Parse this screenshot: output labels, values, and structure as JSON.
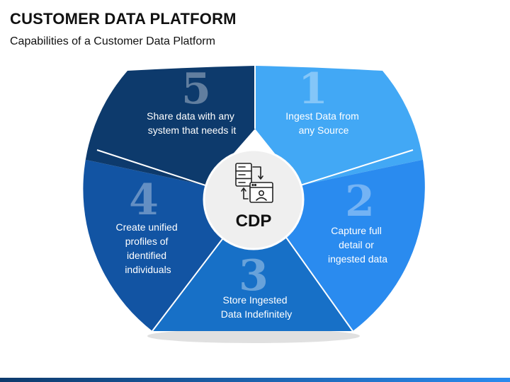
{
  "header": {
    "title": "CUSTOMER DATA PLATFORM",
    "subtitle": "Capabilities of a Customer Data Platform"
  },
  "center": {
    "label": "CDP",
    "icon": "server-to-user-profile-icon"
  },
  "segments": [
    {
      "number": "1",
      "lines": [
        "Ingest Data from",
        "any Source"
      ],
      "color": "#42A8F5"
    },
    {
      "number": "2",
      "lines": [
        "Capture full",
        "detail or",
        "ingested data"
      ],
      "color": "#2A8BEF"
    },
    {
      "number": "3",
      "lines": [
        "Store Ingested",
        "Data Indefinitely"
      ],
      "color": "#1770C7"
    },
    {
      "number": "4",
      "lines": [
        "Create unified",
        "profiles of",
        "identified",
        "individuals"
      ],
      "color": "#1254A3"
    },
    {
      "number": "5",
      "lines": [
        "Share data with any",
        "system that needs it"
      ],
      "color": "#0D3A6C"
    }
  ],
  "colors": {
    "bottom_bar_left": "#0D3A6C",
    "bottom_bar_right": "#2A8BEF"
  }
}
